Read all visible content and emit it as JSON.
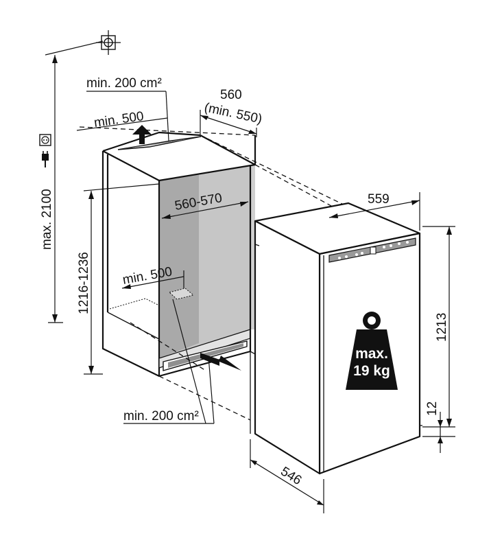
{
  "labels": {
    "top_vent": "min. 200 cm²",
    "depth_top": "min. 500",
    "cabinet_depth": "560",
    "cabinet_depth_min": "(min. 550)",
    "inner_depth": "560-570",
    "bottom_depth": "min. 500",
    "bottom_vent": "min. 200 cm²",
    "max_height": "max. 2100",
    "niche_height": "1216-1236",
    "appliance_width": "559",
    "appliance_height": "1213",
    "plinth": "12",
    "appliance_depth": "546",
    "max_weight": "max.",
    "max_weight_value": "19 kg"
  },
  "icons": [
    "power-socket-icon",
    "plug-icon",
    "wall-anchor-icon",
    "weight-icon",
    "airflow-arrow-icon"
  ],
  "colors": {
    "line": "#111111",
    "wall_shade": "#bdbdbd",
    "wall_shade_dark": "#9a9a9a",
    "white": "#ffffff"
  }
}
